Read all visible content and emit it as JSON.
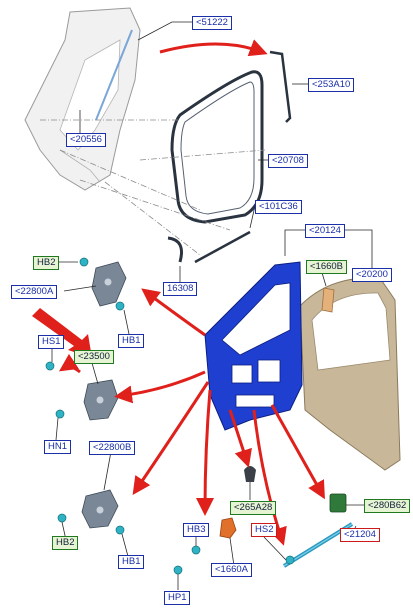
{
  "callouts": [
    {
      "id": "51222",
      "text": "<51222",
      "style": "blue"
    },
    {
      "id": "253A10",
      "text": "<253A10",
      "style": "blue"
    },
    {
      "id": "20556",
      "text": "<20556",
      "style": "blue"
    },
    {
      "id": "20708",
      "text": "<20708",
      "style": "blue"
    },
    {
      "id": "101C36",
      "text": "<101C36",
      "style": "blue"
    },
    {
      "id": "20124",
      "text": "<20124",
      "style": "blue"
    },
    {
      "id": "1660B",
      "text": "<1660B",
      "style": "green"
    },
    {
      "id": "20200",
      "text": "<20200",
      "style": "blue"
    },
    {
      "id": "HB2a",
      "text": "HB2",
      "style": "green"
    },
    {
      "id": "22800A",
      "text": "<22800A",
      "style": "blue"
    },
    {
      "id": "16308",
      "text": "16308",
      "style": "blue"
    },
    {
      "id": "HB1a",
      "text": "HB1",
      "style": "blue"
    },
    {
      "id": "HS1",
      "text": "HS1",
      "style": "blue"
    },
    {
      "id": "23500",
      "text": "<23500",
      "style": "green"
    },
    {
      "id": "HN1",
      "text": "HN1",
      "style": "blue"
    },
    {
      "id": "22800B",
      "text": "<22800B",
      "style": "blue"
    },
    {
      "id": "HB2b",
      "text": "HB2",
      "style": "green"
    },
    {
      "id": "HB1b",
      "text": "HB1",
      "style": "blue"
    },
    {
      "id": "265A28",
      "text": "<265A28",
      "style": "green"
    },
    {
      "id": "280B62",
      "text": "<280B62",
      "style": "green"
    },
    {
      "id": "HB3",
      "text": "HB3",
      "style": "blue"
    },
    {
      "id": "HS2",
      "text": "HS2",
      "style": "red"
    },
    {
      "id": "21204",
      "text": "<21204",
      "style": "red"
    },
    {
      "id": "1660A",
      "text": "<1660A",
      "style": "blue"
    },
    {
      "id": "HP1",
      "text": "HP1",
      "style": "blue"
    }
  ],
  "colors": {
    "callout_border": "#1a2fa8",
    "callout_text": "#1a2fa8",
    "highlight_fill": "#e6f4d4",
    "highlight_border": "#1f7a1f",
    "alert_border": "#cc1a1a",
    "arrow": "#e0201b",
    "door_inner": "#1f3fd0",
    "door_skin": "#c9b79a",
    "weatherstrip": "#2a3340",
    "fastener": "#2fb3c4"
  }
}
